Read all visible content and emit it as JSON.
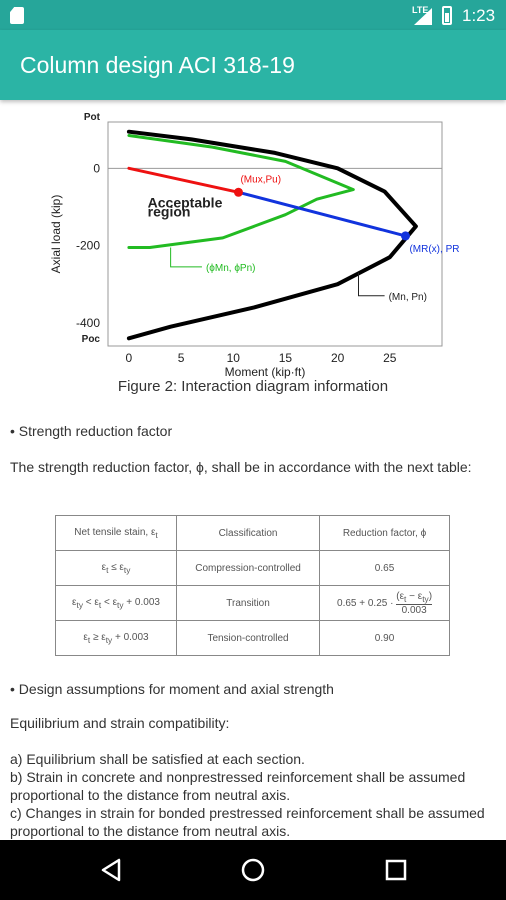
{
  "status_bar": {
    "lte": "LTE",
    "time": "1:23"
  },
  "app_bar": {
    "title": "Column design ACI 318-19"
  },
  "chart_data": {
    "type": "line",
    "xlabel": "Moment (kip·ft)",
    "ylabel": "Axial load (kip)",
    "x_ticks": [
      "0",
      "5",
      "10",
      "15",
      "20",
      "25"
    ],
    "y_ticks": [
      "0",
      "-200",
      "-400"
    ],
    "xlim": [
      -2,
      30
    ],
    "ylim": [
      -460,
      120
    ],
    "grid": "zero lines and limit lines only",
    "annotations": {
      "pot": "Pot",
      "poc": "Poc",
      "acceptable_1": "Acceptable",
      "acceptable_2": "region",
      "mux_pu": "(Mux,Pu)",
      "mr_pr": "(MR(x), PR(x))",
      "phi_mn": "(ϕMn, ϕPn)",
      "mn_pn": "(Mn, Pn)"
    },
    "series": [
      {
        "color": "#000000",
        "points": [
          [
            0,
            95
          ],
          [
            6,
            75
          ],
          [
            14,
            40
          ],
          [
            20,
            0
          ],
          [
            24.5,
            -60
          ],
          [
            27.5,
            -150
          ],
          [
            25,
            -230
          ],
          [
            20,
            -300
          ],
          [
            12,
            -360
          ],
          [
            4,
            -410
          ],
          [
            0,
            -440
          ]
        ]
      },
      {
        "color": "#22bb22",
        "points": [
          [
            0,
            85
          ],
          [
            8,
            55
          ],
          [
            15,
            18
          ],
          [
            21.5,
            -55
          ],
          [
            18,
            -80
          ],
          [
            15,
            -120
          ],
          [
            9,
            -180
          ],
          [
            2,
            -205
          ],
          [
            0,
            -205
          ]
        ]
      },
      {
        "color": "#ee1111",
        "points": [
          [
            0,
            0
          ],
          [
            10.5,
            -62
          ]
        ]
      },
      {
        "color": "#1133dd",
        "points": [
          [
            10.5,
            -62
          ],
          [
            26.5,
            -175
          ]
        ]
      }
    ],
    "points": [
      {
        "name": "(Mux,Pu)",
        "x": 10.5,
        "y": -62,
        "color": "#ee1111"
      },
      {
        "name": "(MR(x), PR(x))",
        "x": 26.5,
        "y": -175,
        "color": "#1133dd"
      }
    ]
  },
  "figure_caption": "Figure 2: Interaction diagram information",
  "section_strength": "• Strength reduction factor",
  "strength_text": "The strength reduction factor, ϕ, shall be in accordance with the next table:",
  "table": {
    "headers": [
      "Net tensile stain, εt",
      "Classification",
      "Reduction factor, ϕ"
    ],
    "rows": [
      [
        "εt ≤ εty",
        "Compression-controlled",
        "0.65"
      ],
      [
        "εty < εt < εty + 0.003",
        "Transition",
        "0.65 + 0.25 · (εt − εty) / 0.003"
      ],
      [
        "εt ≥ εty + 0.003",
        "Tension-controlled",
        "0.90"
      ]
    ]
  },
  "section_design": "• Design assumptions for moment and axial strength",
  "equilibrium_heading": "Equilibrium and strain compatibility:",
  "items": [
    "a) Equilibrium shall be satisfied at each section.",
    "b) Strain in concrete and nonprestressed reinforcement shall be assumed proportional to the distance from neutral axis.",
    "c) Changes in strain for bonded prestressed reinforcement shall be assumed proportional to the distance from neutral axis."
  ]
}
